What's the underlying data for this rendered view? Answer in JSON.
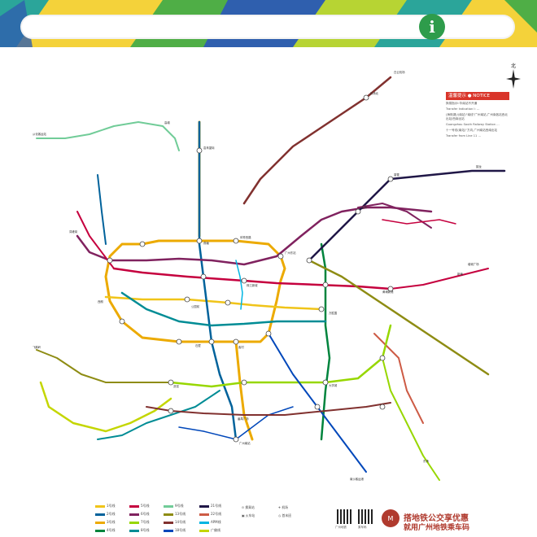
{
  "header": {
    "search_placeholder": "",
    "info_glyph": "i",
    "colors": {
      "yellow": "#f4d23a",
      "lime": "#b7d433",
      "teal": "#2ba59a",
      "blue": "#2f5fae",
      "green": "#4fae46"
    }
  },
  "notice": {
    "title": "温馨提示 ● NOTICE",
    "lines": [
      "换乘指示I:华南站不开通",
      "Transfer Indication I: …",
      "(海珠湖)/(南站)\"南线\"广州南站,广州南各站西北出站/西南出站",
      "Guangzhou South Railway Station …",
      "十一号线(南站)\"方向,广州南站西南出站",
      "Transfer from Line 11 …"
    ]
  },
  "compass": {
    "north": "北",
    "icon": "compass-icon"
  },
  "lines": [
    {
      "id": "1",
      "color": "#f0c419"
    },
    {
      "id": "2",
      "color": "#00629b"
    },
    {
      "id": "3",
      "color": "#ecaa00"
    },
    {
      "id": "4",
      "color": "#00843d"
    },
    {
      "id": "5",
      "color": "#c5003e"
    },
    {
      "id": "6",
      "color": "#80225f"
    },
    {
      "id": "7",
      "color": "#97d700"
    },
    {
      "id": "8",
      "color": "#008c95"
    },
    {
      "id": "9",
      "color": "#71cc98"
    },
    {
      "id": "13",
      "color": "#8e8c13"
    },
    {
      "id": "14",
      "color": "#81312f"
    },
    {
      "id": "18",
      "color": "#0047ba"
    },
    {
      "id": "21",
      "color": "#201747"
    },
    {
      "id": "22",
      "color": "#cd5b45"
    },
    {
      "id": "APM",
      "color": "#00b5e2"
    },
    {
      "id": "GF",
      "color": "#c4d600"
    }
  ],
  "legend": {
    "items": [
      {
        "label": "1号线",
        "color": "#f0c419"
      },
      {
        "label": "2号线",
        "color": "#00629b"
      },
      {
        "label": "3号线",
        "color": "#ecaa00"
      },
      {
        "label": "4号线",
        "color": "#00843d"
      },
      {
        "label": "5号线",
        "color": "#c5003e"
      },
      {
        "label": "6号线",
        "color": "#80225f"
      },
      {
        "label": "7号线",
        "color": "#97d700"
      },
      {
        "label": "8号线",
        "color": "#008c95"
      },
      {
        "label": "9号线",
        "color": "#71cc98"
      },
      {
        "label": "13号线",
        "color": "#8e8c13"
      },
      {
        "label": "14号线",
        "color": "#81312f"
      },
      {
        "label": "18号线",
        "color": "#0047ba"
      },
      {
        "label": "21号线",
        "color": "#201747"
      },
      {
        "label": "22号线",
        "color": "#cd5b45"
      },
      {
        "label": "APM线",
        "color": "#00b5e2"
      },
      {
        "label": "广佛线",
        "color": "#c4d600"
      }
    ],
    "symbols": [
      {
        "label": "换乘站"
      },
      {
        "label": "火车站"
      },
      {
        "label": "机场"
      },
      {
        "label": "首末班"
      }
    ]
  },
  "qr": [
    {
      "label": "广州地铁"
    },
    {
      "label": "乘车码"
    }
  ],
  "promo": {
    "logo_glyph": "M",
    "line1": "搭地铁公交享优惠",
    "line2": "就用广州地铁乘车码"
  },
  "stations": [
    {
      "name": "嘉禾望岗"
    },
    {
      "name": "体育西路"
    },
    {
      "name": "公园前"
    },
    {
      "name": "广州南站"
    },
    {
      "name": "广州东站"
    },
    {
      "name": "珠江新城"
    },
    {
      "name": "客村"
    },
    {
      "name": "万胜围"
    },
    {
      "name": "白云机场"
    },
    {
      "name": "番禺广场"
    },
    {
      "name": "燕塘"
    },
    {
      "name": "西朗"
    },
    {
      "name": "浔峰岗"
    },
    {
      "name": "香雪"
    },
    {
      "name": "黄埔新港"
    },
    {
      "name": "机场北"
    },
    {
      "name": "龙洞"
    },
    {
      "name": "大学城"
    },
    {
      "name": "南沙客运港"
    },
    {
      "name": "镇龙"
    },
    {
      "name": "东涌"
    },
    {
      "name": "新塘"
    },
    {
      "name": "增城广场"
    },
    {
      "name": "飞鹅岭"
    },
    {
      "name": "高增"
    },
    {
      "name": "从化客运站"
    },
    {
      "name": "石壁"
    },
    {
      "name": "沥滘"
    }
  ]
}
